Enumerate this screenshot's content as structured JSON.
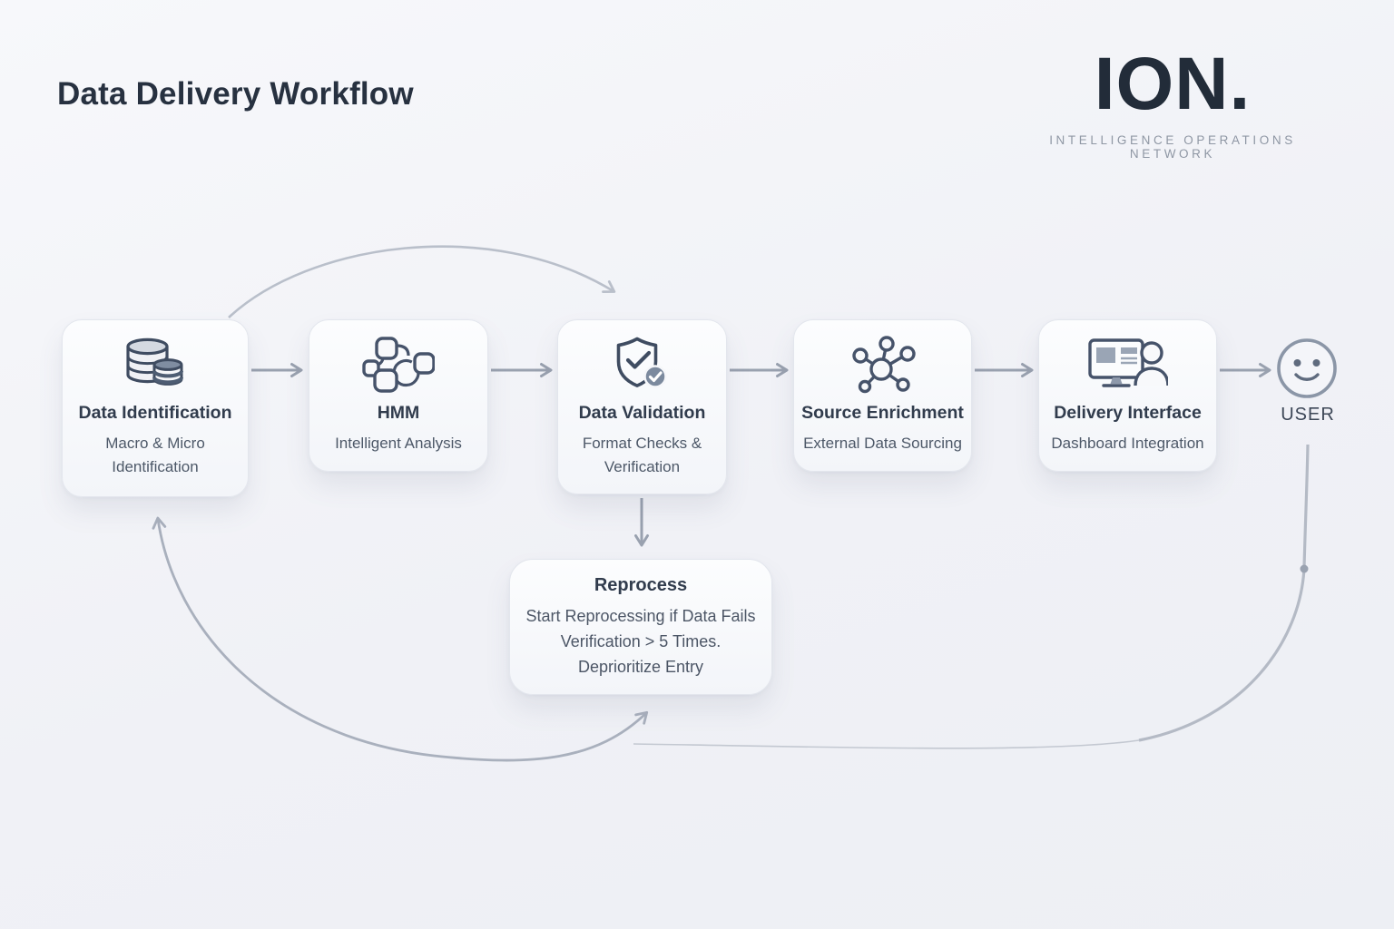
{
  "header": {
    "title": "Data Delivery Workflow",
    "logo": {
      "name": "ION.",
      "tagline": "INTELLIGENCE OPERATIONS NETWORK"
    }
  },
  "nodes": [
    {
      "title": "Data Identification",
      "subtitle": "Macro & Micro Identification",
      "icon": "database-icon"
    },
    {
      "title": "HMM",
      "subtitle": "Intelligent Analysis",
      "icon": "flowchart-icon"
    },
    {
      "title": "Data Validation",
      "subtitle": "Format Checks & Verification",
      "icon": "shield-check-icon"
    },
    {
      "title": "Source Enrichment",
      "subtitle": "External Data Sourcing",
      "icon": "network-hub-icon"
    },
    {
      "title": "Delivery Interface",
      "subtitle": "Dashboard Integration",
      "icon": "monitor-user-icon"
    }
  ],
  "endpoint": {
    "label": "USER",
    "icon": "smiley-face-icon"
  },
  "reprocess": {
    "title": "Reprocess",
    "description": "Start Reprocessing if Data Fails Verification > 5 Times. Deprioritize Entry"
  },
  "flow_edges": [
    {
      "from": "Data Identification",
      "to": "HMM",
      "style": "straight-arrow"
    },
    {
      "from": "HMM",
      "to": "Data Validation",
      "style": "straight-arrow"
    },
    {
      "from": "Data Validation",
      "to": "Source Enrichment",
      "style": "straight-arrow"
    },
    {
      "from": "Source Enrichment",
      "to": "Delivery Interface",
      "style": "straight-arrow"
    },
    {
      "from": "Delivery Interface",
      "to": "USER",
      "style": "straight-arrow"
    },
    {
      "from": "Data Identification",
      "to": "Data Validation",
      "style": "curved-skip-arrow-over-top"
    },
    {
      "from": "Data Validation",
      "to": "Reprocess",
      "style": "straight-down-arrow"
    },
    {
      "from": "Reprocess",
      "to": "Data Identification",
      "style": "bottom-loop-curve-double-headed"
    },
    {
      "from": "USER",
      "to": "Reprocess",
      "style": "feedback-line-with-junction-dot"
    }
  ],
  "colors": {
    "background": "#f0f1f6",
    "box_background": "#fafbfd",
    "box_border": "#e3e6ed",
    "title_text": "#273140",
    "subtitle_text": "#4d5868",
    "icon_stroke": "#3f4c61",
    "straight_arrow": "#99a1af",
    "curve_arrow": "#aab1bd",
    "logo_text": "#222c39",
    "logo_tagline_text": "#8f97a4"
  }
}
